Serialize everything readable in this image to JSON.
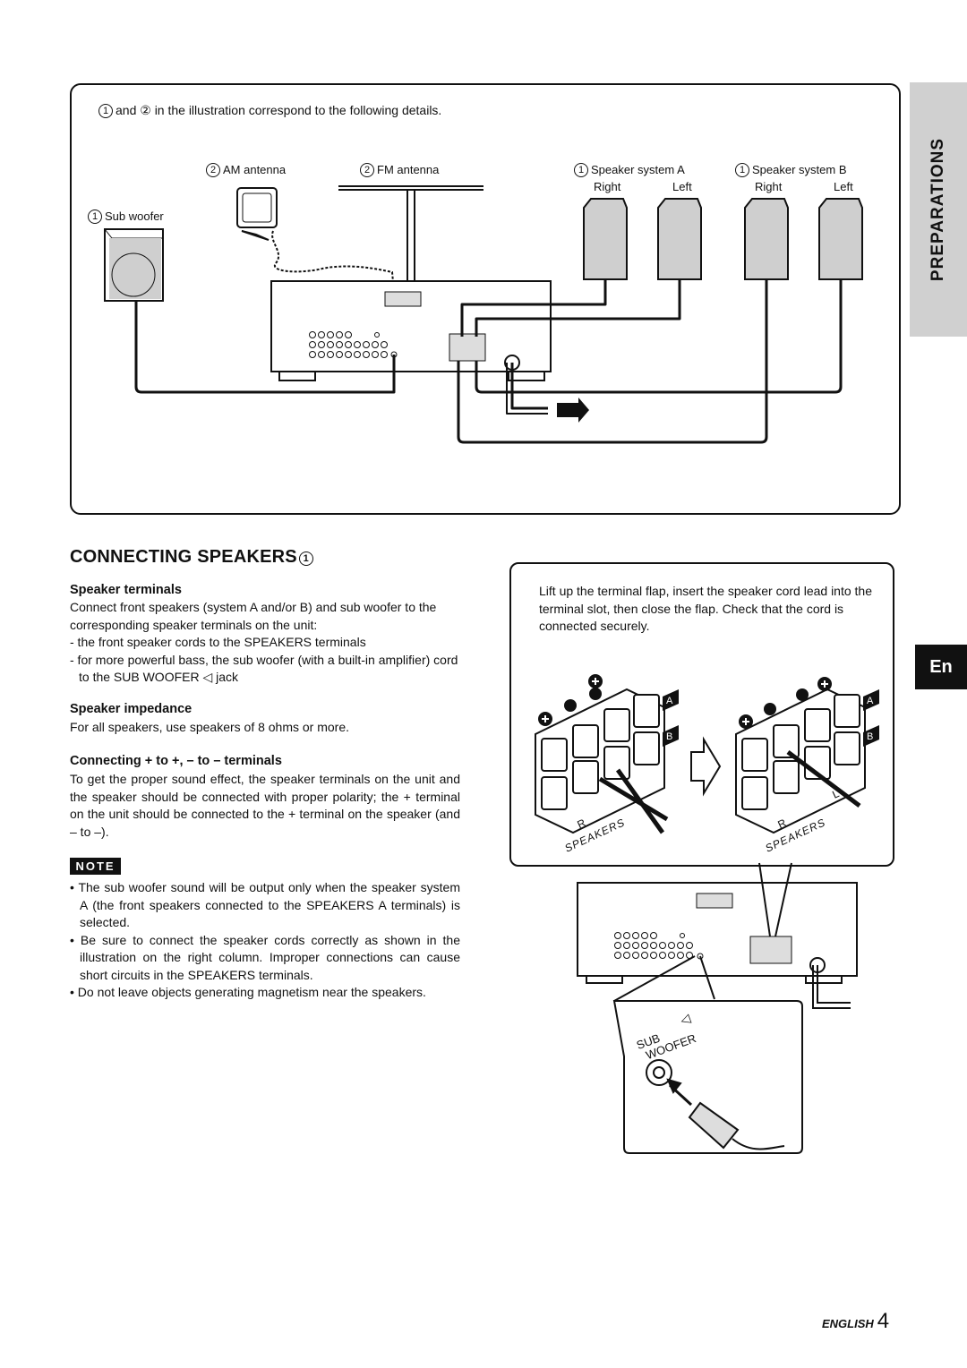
{
  "diagram": {
    "caption_marker_1": "1",
    "caption_marker_2": "2",
    "caption": "and ② in the illustration correspond to the following details.",
    "labels": {
      "am_antenna_num": "2",
      "am_antenna": "AM antenna",
      "fm_antenna_num": "2",
      "fm_antenna": "FM antenna",
      "sub_woofer_num": "1",
      "sub_woofer": "Sub woofer",
      "speaker_a_num": "1",
      "speaker_a": "Speaker system A",
      "speaker_b_num": "1",
      "speaker_b": "Speaker system B",
      "right": "Right",
      "left": "Left"
    }
  },
  "side_tab": "PREPARATIONS",
  "language_tab": "En",
  "section": {
    "title": "CONNECTING SPEAKERS",
    "title_marker": "1"
  },
  "speaker_terminals": {
    "heading": "Speaker terminals",
    "body": "Connect front speakers (system A and/or B) and sub woofer to the corresponding speaker terminals on the unit:",
    "items": [
      "- the front speaker cords to the SPEAKERS terminals",
      "- for more powerful bass, the sub woofer (with a built-in amplifier) cord to the SUB WOOFER ◁ jack"
    ]
  },
  "speaker_impedance": {
    "heading": "Speaker impedance",
    "body": "For all speakers, use speakers of 8 ohms or more."
  },
  "polarity": {
    "heading": "Connecting + to +, – to – terminals",
    "body": "To get the proper sound effect, the speaker terminals on the unit and the speaker should be connected with proper polarity; the + terminal on the unit should be connected to the + terminal on the speaker (and – to –)."
  },
  "note": {
    "label": "NOTE",
    "items": [
      "• The sub woofer sound will be output only when the speaker system A (the front speakers connected to the SPEAKERS A terminals) is selected.",
      "• Be sure to connect the speaker cords correctly as shown in the illustration on the right column. Improper connections can cause short circuits in the SPEAKERS terminals.",
      "• Do not leave objects generating magnetism near the speakers."
    ]
  },
  "instructions": "Lift up the terminal flap, insert the speaker cord lead into the terminal slot, then close the flap. Check that the cord is connected securely.",
  "terminal_diagram": {
    "label_a": "A",
    "label_b": "B",
    "label_r": "R",
    "label_l": "L",
    "speakers_text": "SPEAKERS"
  },
  "sub_woofer_jack": {
    "line1": "SUB",
    "line2": "WOOFER"
  },
  "footer": {
    "language": "ENGLISH",
    "page": "4"
  }
}
